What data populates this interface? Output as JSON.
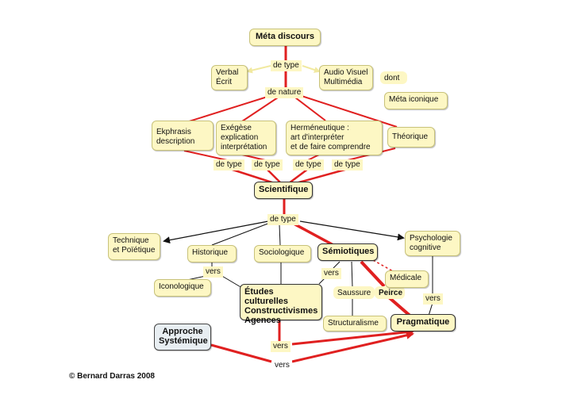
{
  "nodes": {
    "meta_discours": "Méta discours",
    "verbal_ecrit": "Verbal\nÉcrit",
    "audio_visuel": "Audio Visuel\nMultimédia",
    "dont": "dont",
    "meta_iconique": "Méta iconique",
    "ekphrasis": "Ekphrasis\ndescription",
    "exegese": "Exégèse\nexplication\ninterprétation",
    "hermeneutique": "Herméneutique :\nart d'interpréter\net de faire comprendre",
    "theorique": "Théorique",
    "scientifique": "Scientifique",
    "technique": "Technique\net Poïétique",
    "historique": "Historique",
    "sociologique": "Sociologique",
    "semiotiques": "Sémiotiques",
    "psychologie": "Psychologie\ncognitive",
    "iconologique": "Iconologique",
    "etudes": "Études culturelles\nConstructivismes\nAgences",
    "saussure": "Saussure",
    "peirce": "Peirce",
    "medicale": "Médicale",
    "structuralisme": "Structuralisme",
    "pragmatique": "Pragmatique",
    "approche": "Approche\nSystémique"
  },
  "labels": {
    "de_type_1": "de type",
    "de_nature": "de nature",
    "de_type_a": "de type",
    "de_type_b": "de type",
    "de_type_c": "de type",
    "de_type_d": "de type",
    "de_type_2": "de type",
    "vers_1": "vers",
    "vers_2": "vers",
    "vers_3": "vers",
    "vers_4": "vers",
    "vers_5": "vers"
  },
  "copyright": "© Bernard Darras 2008",
  "colors": {
    "node_fill": "#fdf7c4",
    "red_link": "#e02020",
    "black_link": "#111111",
    "systemic_fill": "#e8eef2"
  }
}
